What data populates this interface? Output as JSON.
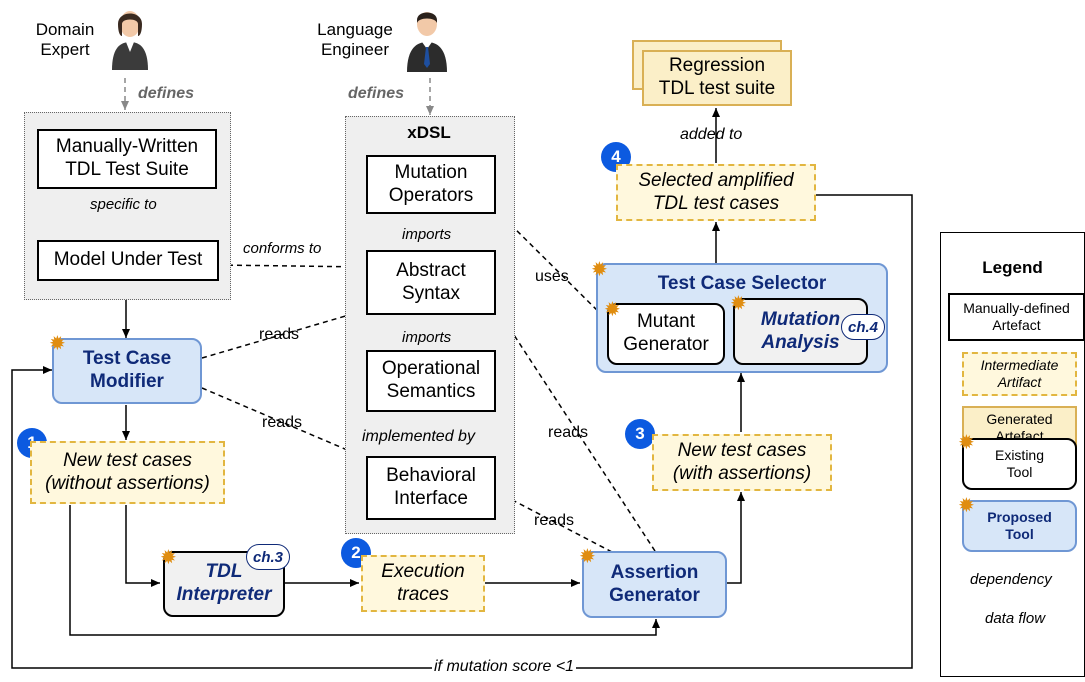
{
  "actors": {
    "domain_expert": "Domain\nExpert",
    "language_engineer": "Language\nEngineer",
    "defines": "defines"
  },
  "boxes": {
    "manual_suite": "Manually-Written\nTDL Test Suite",
    "model_under_test": "Model Under Test",
    "xdsl": "xDSL",
    "mutation_operators": "Mutation\nOperators",
    "abstract_syntax": "Abstract\nSyntax",
    "operational_semantics": "Operational\nSemantics",
    "behavioral_interface": "Behavioral\nInterface",
    "regression_suite": "Regression\nTDL test suite",
    "selected_amplified": "Selected amplified\nTDL test cases",
    "test_case_selector": "Test Case Selector",
    "mutant_generator": "Mutant\nGenerator",
    "mutation_analysis": "Mutation\nAnalysis",
    "test_case_modifier": "Test Case\nModifier",
    "new_tests_without": "New test cases\n(without assertions)",
    "new_tests_with": "New test cases\n(with assertions)",
    "tdl_interpreter": "TDL\nInterpreter",
    "execution_traces": "Execution\ntraces",
    "assertion_generator": "Assertion\nGenerator"
  },
  "badges": {
    "ch3": "ch.3",
    "ch4": "ch.4"
  },
  "numbers": {
    "n1": "1",
    "n2": "2",
    "n3": "3",
    "n4": "4"
  },
  "edge_labels": {
    "specific_to": "specific to",
    "conforms_to": "conforms to",
    "imports_1": "imports",
    "imports_2": "imports",
    "implemented_by": "implemented by",
    "reads_1": "reads",
    "reads_2": "reads",
    "reads_3": "reads",
    "reads_4": "reads",
    "uses": "uses",
    "added_to": "added to",
    "if_mutation": "if mutation score <1"
  },
  "legend": {
    "title": "Legend",
    "manual": "Manually-defined\nArtefact",
    "intermediate": "Intermediate\nArtifact",
    "generated": "Generated\nArtefact",
    "existing": "Existing\nTool",
    "proposed": "Proposed\nTool",
    "dependency": "dependency",
    "data_flow": "data flow"
  },
  "colors": {
    "proposed_fill": "#d7e6f8",
    "proposed_text": "#0f2a78",
    "intermediate_fill": "#fff8dd",
    "generated_fill": "#fbefc8",
    "number_badge": "#0c5ae0"
  }
}
